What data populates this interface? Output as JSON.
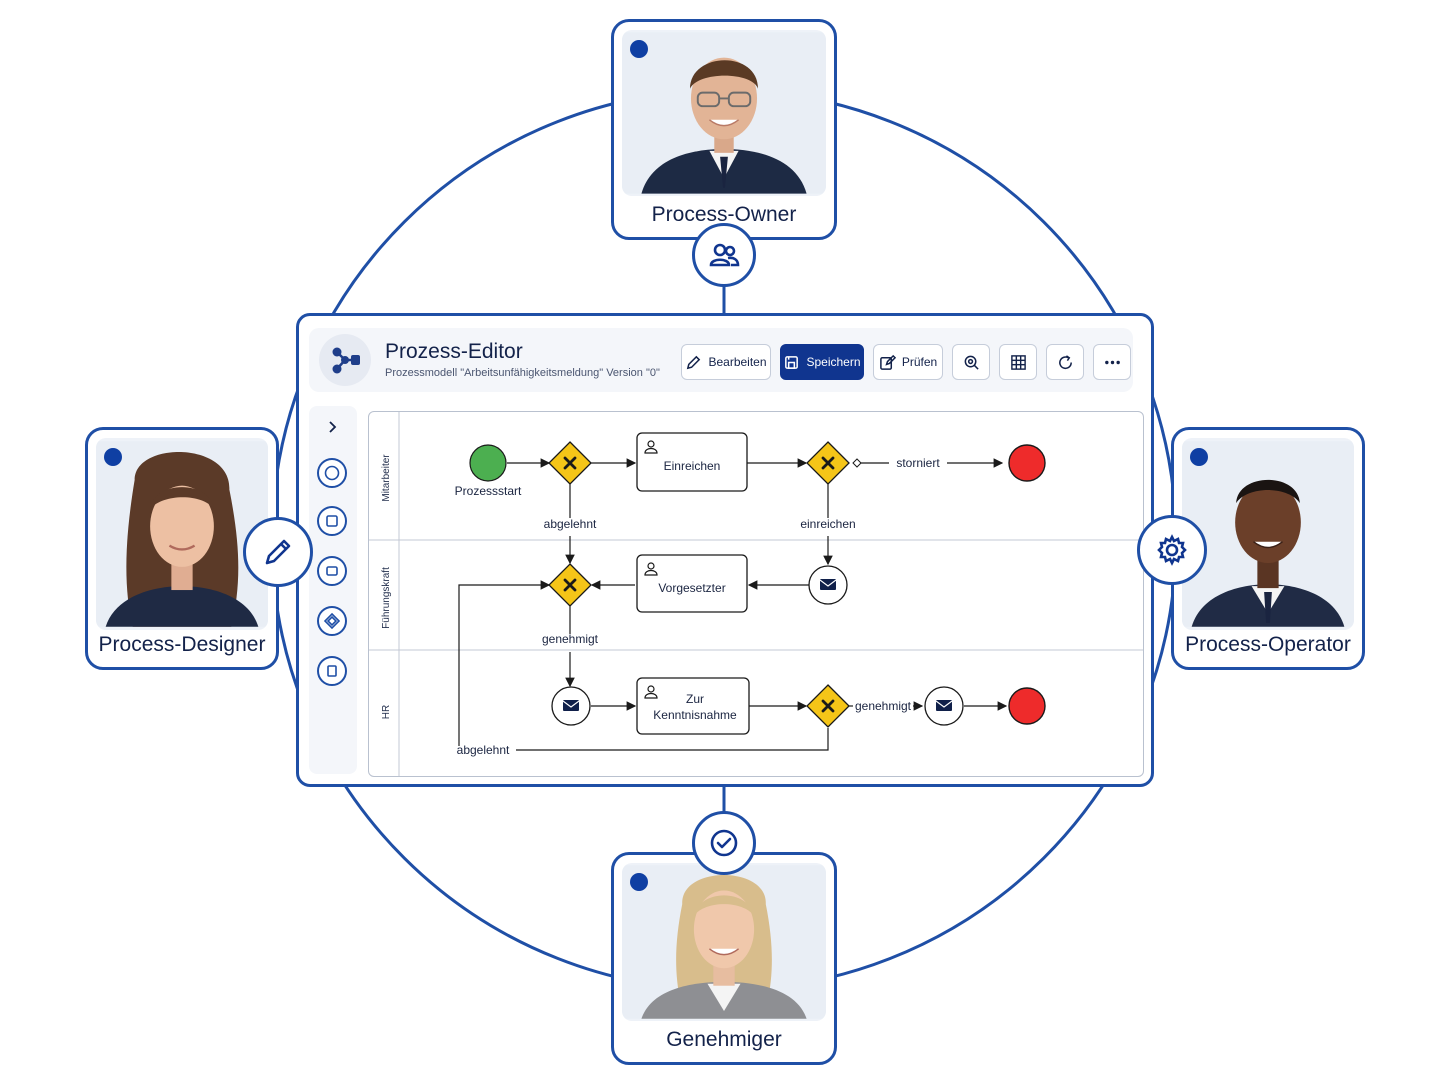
{
  "personas": {
    "owner": {
      "name": "Process-Owner",
      "badge_icon": "users-icon"
    },
    "designer": {
      "name": "Process-Designer",
      "badge_icon": "pencil-icon"
    },
    "operator": {
      "name": "Process-Operator",
      "badge_icon": "gear-icon"
    },
    "approver": {
      "name": "Genehmiger",
      "badge_icon": "check-circle-icon"
    }
  },
  "editor": {
    "title": "Prozess-Editor",
    "subtitle": "Prozessmodell \"Arbeitsunfähigkeitsmeldung\" Version \"0\"",
    "toolbar": {
      "edit_label": "Bearbeiten",
      "save_label": "Speichern",
      "check_label": "Prüfen",
      "icons": [
        "zoom-icon",
        "grid-icon",
        "refresh-icon",
        "more-icon"
      ]
    },
    "sidebar_tools": [
      "chevron-right-icon",
      "circle-tool-icon",
      "task-tool-icon",
      "subprocess-tool-icon",
      "gateway-tool-icon",
      "data-tool-icon"
    ],
    "lanes": [
      "Mitarbeiter",
      "Führungskraft",
      "HR"
    ],
    "diagram": {
      "start_label": "Prozessstart",
      "task_submit": "Einreichen",
      "task_supervisor": "Vorgesetzter",
      "task_note_line1": "Zur",
      "task_note_line2": "Kenntnisnahme",
      "edge_cancelled": "storniert",
      "edge_rejected_top": "abgelehnt",
      "edge_submit": "einreichen",
      "edge_approved_mid": "genehmigt",
      "edge_approved_hr": "genehmigt",
      "edge_rejected_bottom": "abgelehnt"
    }
  },
  "colors": {
    "accent": "#1f4fa6",
    "primary_button": "#10358f",
    "start_event": "#4caf50",
    "end_event": "#ee2b2b",
    "gateway": "#f5c518"
  }
}
